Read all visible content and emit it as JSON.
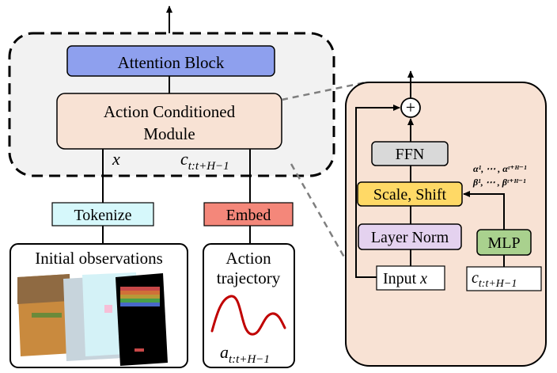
{
  "main": {
    "attention_block": "Attention Block",
    "action_module_line1": "Action Conditioned",
    "action_module_line2": "Module",
    "x_label": "x",
    "c_label": "c",
    "c_subscript": "t:t+H−1",
    "tokenize": "Tokenize",
    "embed": "Embed",
    "initial_observations": "Initial observations",
    "action_label_line1": "Action",
    "action_label_line2": "trajectory",
    "a_label": "a",
    "a_subscript": "t:t+H−1"
  },
  "detail": {
    "plus": "+",
    "ffn": "FFN",
    "scale_shift": "Scale, Shift",
    "layer_norm": "Layer Norm",
    "mlp": "MLP",
    "input_label": "Input",
    "input_var": "x",
    "c_label": "c",
    "c_subscript": "t:t+H−1",
    "alpha_line": "α¹, ⋯ , αᵗ⁺ᴴ⁻¹",
    "beta_line": "β¹, ⋯ , βᵗ⁺ᴴ⁻¹"
  },
  "colors": {
    "attention_fill": "#8ea0ee",
    "action_module_fill": "#f8e2d4",
    "tokenize_fill": "#d6f8fb",
    "embed_fill": "#f4877a",
    "detail_bg": "#f8e2d4",
    "ffn_fill": "#d9d9d9",
    "scale_shift_fill": "#ffd966",
    "layer_norm_fill": "#e4d2ef",
    "mlp_fill": "#a9d18e",
    "trajectory_curve": "#c00000"
  }
}
